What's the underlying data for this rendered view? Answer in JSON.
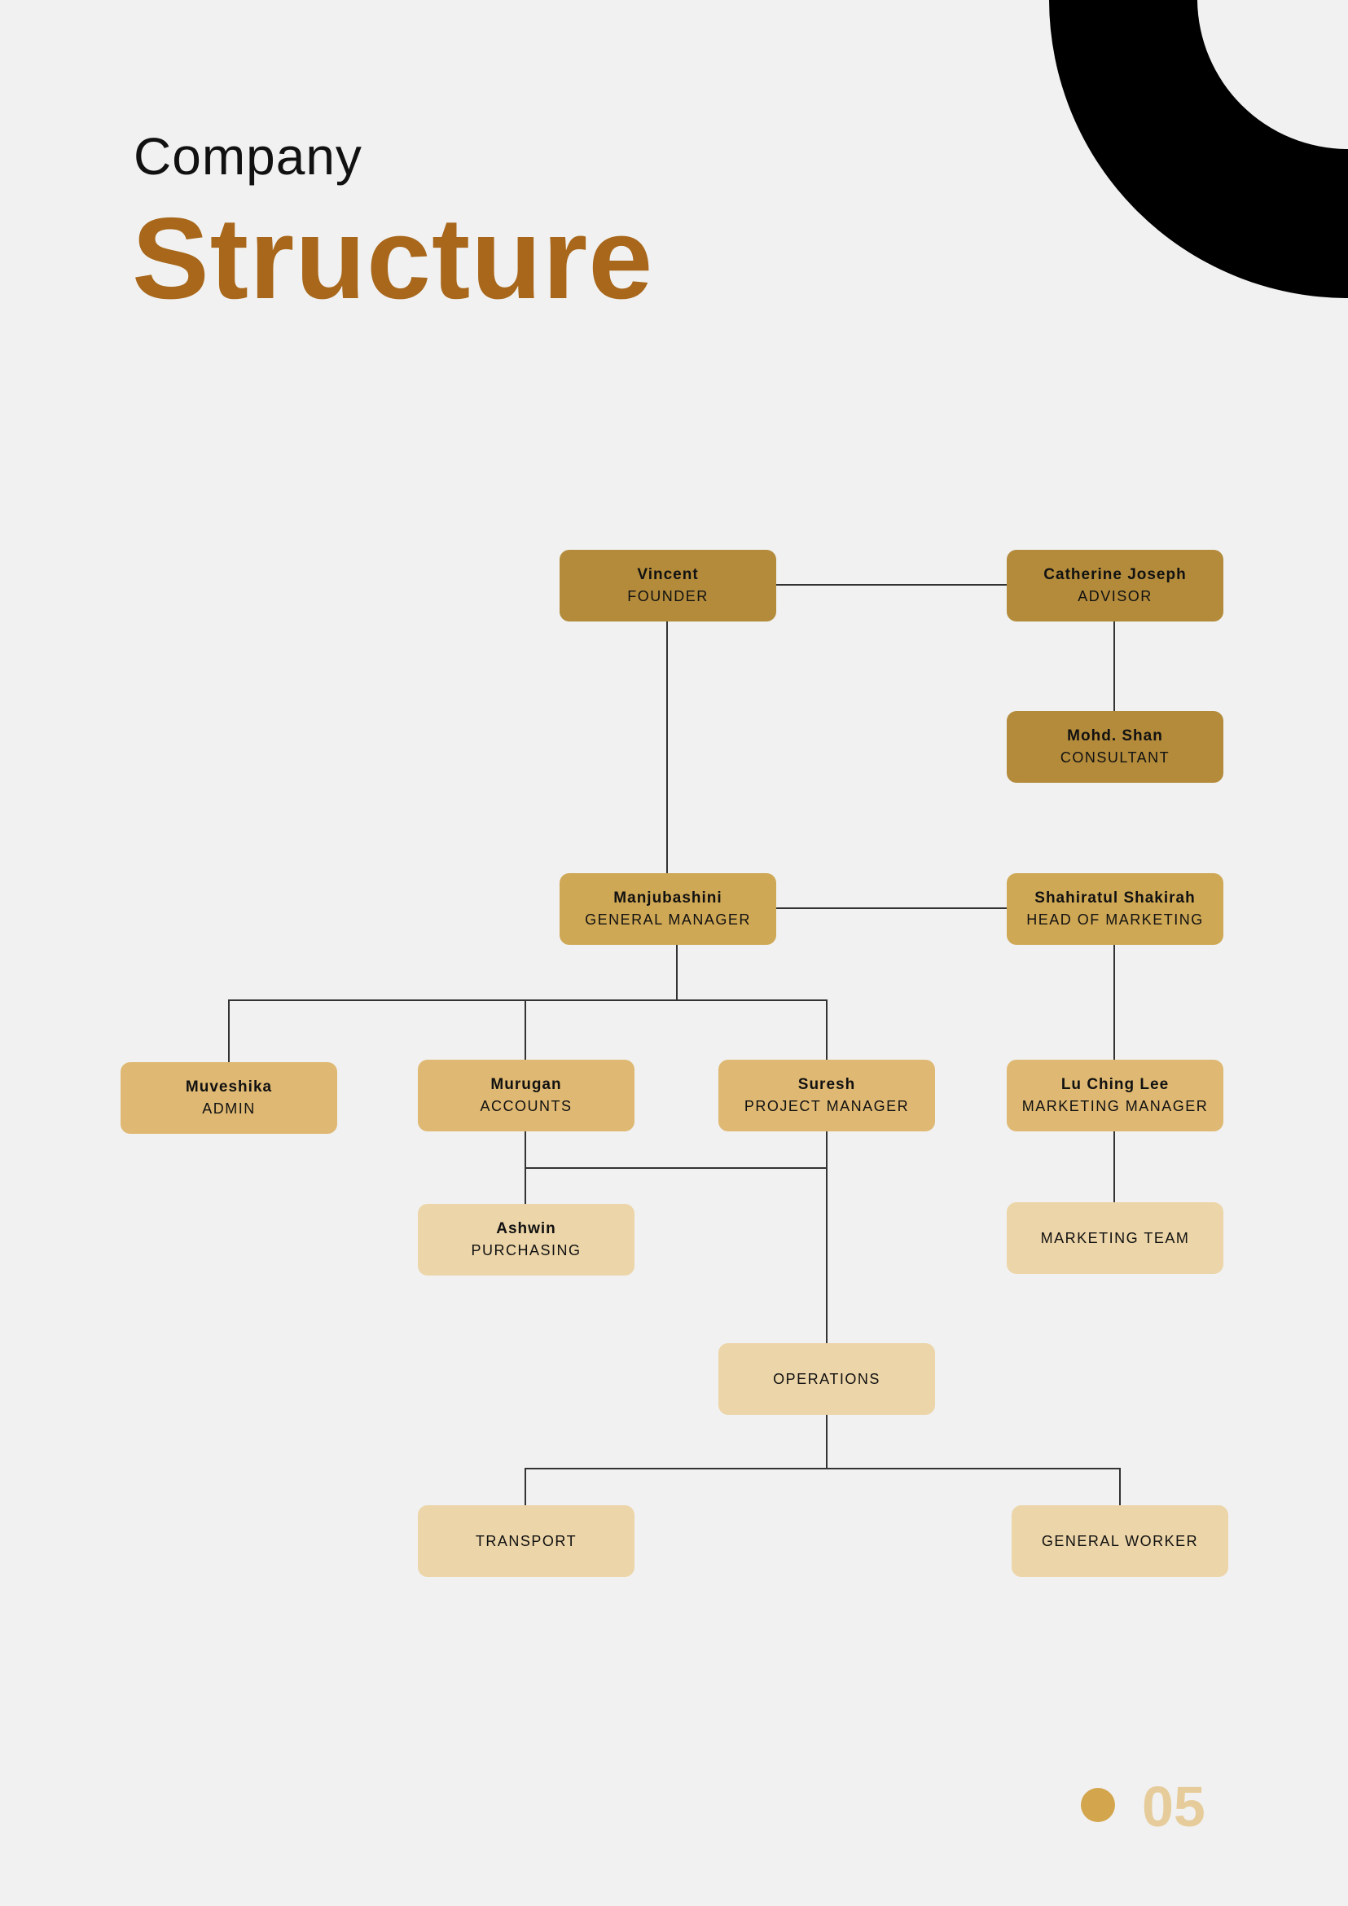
{
  "title": {
    "line1": "Company",
    "line2": "Structure"
  },
  "nodes": {
    "vincent": {
      "name": "Vincent",
      "role": "FOUNDER"
    },
    "catherine": {
      "name": "Catherine Joseph",
      "role": "ADVISOR"
    },
    "mohd": {
      "name": "Mohd. Shan",
      "role": "CONSULTANT"
    },
    "manju": {
      "name": "Manjubashini",
      "role": "GENERAL MANAGER"
    },
    "shahiratul": {
      "name": "Shahiratul Shakirah",
      "role": "HEAD OF MARKETING"
    },
    "muveshika": {
      "name": "Muveshika",
      "role": "ADMIN"
    },
    "murugan": {
      "name": "Murugan",
      "role": "ACCOUNTS"
    },
    "suresh": {
      "name": "Suresh",
      "role": "PROJECT MANAGER"
    },
    "lu": {
      "name": "Lu Ching Lee",
      "role": "MARKETING MANAGER"
    },
    "ashwin": {
      "name": "Ashwin",
      "role": "PURCHASING"
    },
    "marketing_team": {
      "role": "MARKETING TEAM"
    },
    "operations": {
      "role": "OPERATIONS"
    },
    "transport": {
      "role": "TRANSPORT"
    },
    "general_worker": {
      "role": "GENERAL WORKER"
    }
  },
  "page_number": "05",
  "colors": {
    "title_accent": "#a8671a",
    "level1": "#b38b3b",
    "level2": "#cfa855",
    "level3": "#dfb973",
    "level4": "#ecd5a8"
  }
}
